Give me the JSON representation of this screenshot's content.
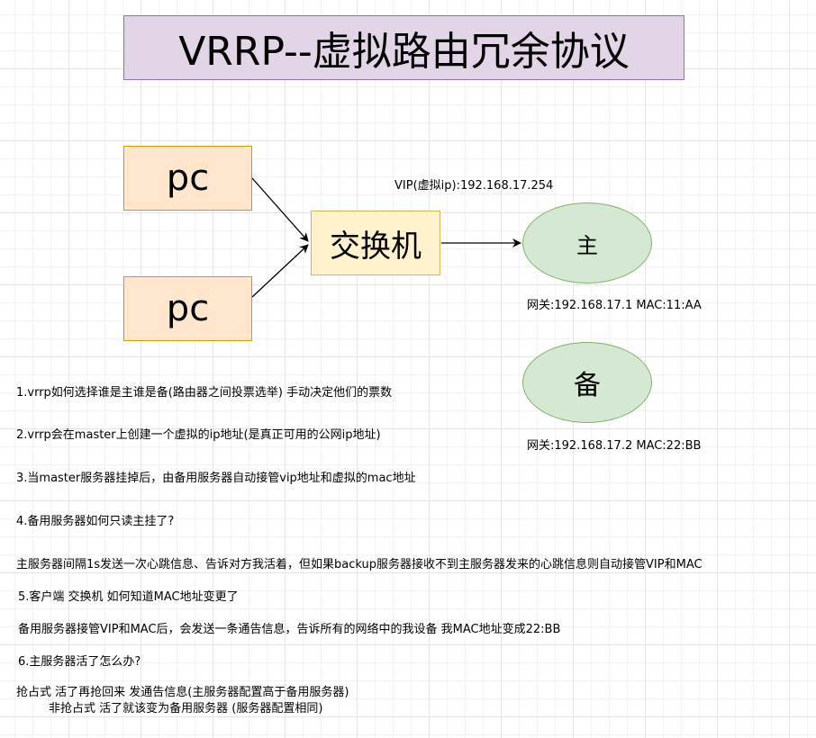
{
  "title": "VRRP--虚拟路由冗余协议",
  "nodes": {
    "pc_top": "pc",
    "pc_bottom": "pc",
    "switch": "交换机",
    "master": "主",
    "backup": "备"
  },
  "vip_label": "VIP(虚拟ip):192.168.17.254",
  "master_gateway": "网关:192.168.17.1 MAC:11:AA",
  "backup_gateway": "网关:192.168.17.2 MAC:22:BB",
  "notes": [
    "1.vrrp如何选择谁是主谁是备(路由器之间投票选举) 手动决定他们的票数",
    "2.vrrp会在master上创建一个虚拟的ip地址(是真正可用的公网ip地址)",
    "3.当master服务器挂掉后，由备用服务器自动接管vip地址和虚拟的mac地址",
    "4.备用服务器如何只读主挂了?",
    "主服务器间隔1s发送一次心跳信息、告诉对方我活着，但如果backup服务器接收不到主服务器发来的心跳信息则自动接管VIP和MAC",
    "5.客户端 交换机 如何知道MAC地址变更了",
    "备用服务器接管VIP和MAC后，会发送一条通告信息，告诉所有的网络中的我设备 我MAC地址变成22:BB",
    "6.主服务器活了怎么办?",
    "抢占式 活了再抢回来 发通告信息(主服务器配置高于备用服务器)",
    "非抢占式 活了就该变为备用服务器 (服务器配置相同)"
  ]
}
